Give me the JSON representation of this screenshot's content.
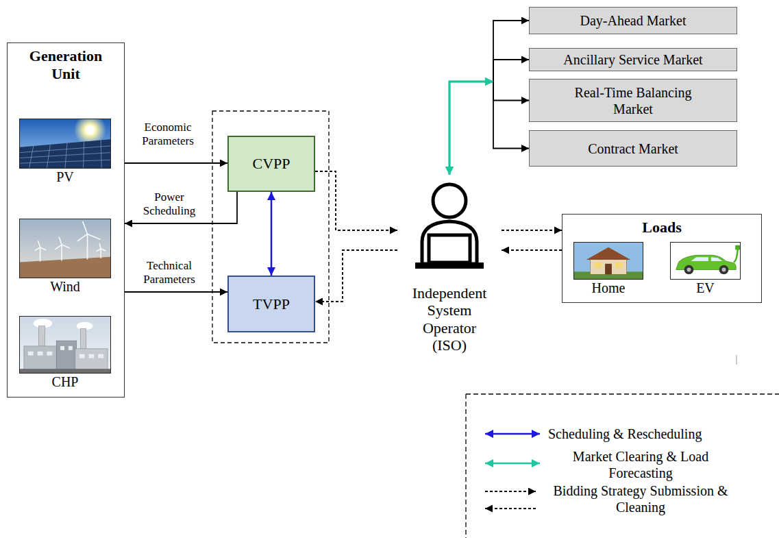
{
  "diagram": {
    "nodes": [
      {
        "text": [
          "Generation Unit"
        ]
      },
      {
        "text": [
          "PV"
        ],
        "in": 0
      },
      {
        "text": [
          "Wind"
        ],
        "in": 0
      },
      {
        "text": [
          "CHP"
        ],
        "in": 0
      },
      {
        "text": [
          "CVPP"
        ]
      },
      {
        "text": [
          "TVPP"
        ]
      },
      {
        "text": [
          "Independent System Operator (ISO)"
        ]
      },
      {
        "text": [
          "Day-Ahead Market"
        ]
      },
      {
        "text": [
          "Ancillary Service Market"
        ]
      },
      {
        "text": [
          "Real-Time Balancing Market"
        ]
      },
      {
        "text": [
          "Contract Market"
        ]
      },
      {
        "text": [
          "Loads"
        ]
      },
      {
        "text": [
          "Home"
        ],
        "in": 11
      },
      {
        "text": [
          "EV"
        ],
        "in": 11
      }
    ],
    "edges": [
      {
        "from": 0,
        "to": 4,
        "arrow": "to",
        "label": "Economic Parameters"
      },
      {
        "from": 4,
        "to": 0,
        "arrow": "to",
        "label": "Power Scheduling"
      },
      {
        "from": 0,
        "to": 5,
        "arrow": "to",
        "label": "Technical Parameters"
      },
      {
        "from": 4,
        "to": 5,
        "arrow": "both"
      },
      {
        "from": 4,
        "to": 6,
        "arrow": "to"
      },
      {
        "from": 6,
        "to": 5,
        "arrow": "to"
      },
      {
        "from": 6,
        "to": 7,
        "arrow": "both"
      },
      {
        "from": 6,
        "to": 8,
        "arrow": "both"
      },
      {
        "from": 6,
        "to": 9,
        "arrow": "both"
      },
      {
        "from": 6,
        "to": 10,
        "arrow": "both"
      },
      {
        "from": 6,
        "to": 11,
        "arrow": "to"
      },
      {
        "from": 11,
        "to": 6,
        "arrow": "to"
      }
    ],
    "legend": [
      {
        "text": "Scheduling & Rescheduling"
      },
      {
        "text": "Market Clearing & Load Forecasting"
      },
      {
        "text": "Bidding Strategy Submission & Cleaning"
      }
    ]
  }
}
